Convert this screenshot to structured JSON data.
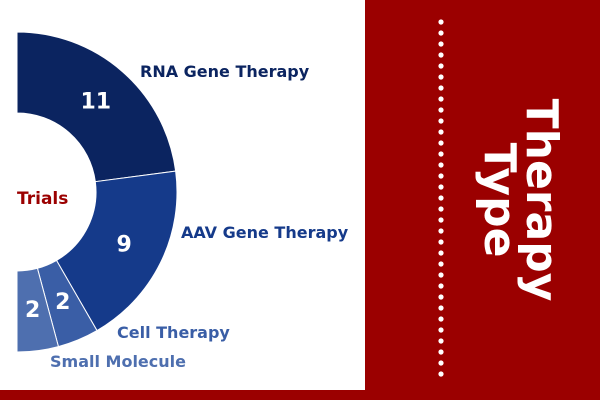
{
  "side_title": {
    "line1": "Therapy",
    "line2": "Type"
  },
  "chart_data": {
    "type": "pie",
    "center_label": "Trials",
    "categories": [
      "RNA Gene Therapy",
      "AAV Gene Therapy",
      "Cell Therapy",
      "Small Molecule"
    ],
    "values": [
      11,
      9,
      2,
      2
    ],
    "colors": [
      "#0b2460",
      "#153a8a",
      "#3a5ea6",
      "#4e6faf"
    ],
    "label_colors": [
      "#0b2460",
      "#153a8a",
      "#3a5ea6",
      "#4e6faf"
    ]
  },
  "theme": {
    "background": "#9b0000",
    "panel": "#ffffff",
    "accent": "#9b0000"
  }
}
